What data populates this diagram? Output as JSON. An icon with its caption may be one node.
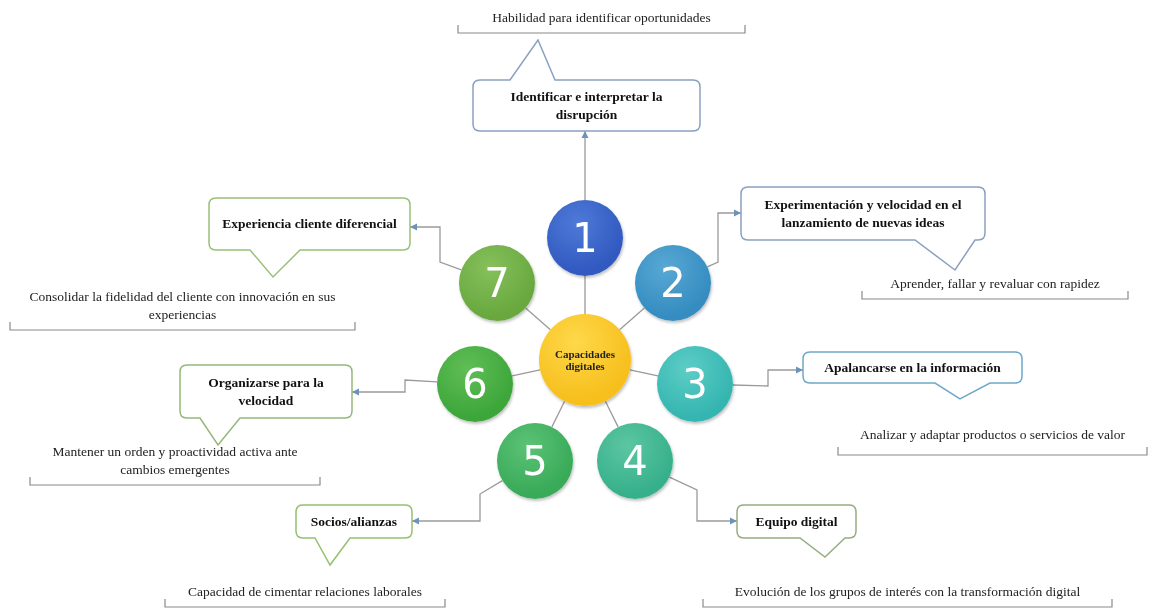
{
  "diagram": {
    "nodes": [
      {
        "text": [
          "Capacidades digitales"
        ]
      },
      {
        "text": [
          "1"
        ]
      },
      {
        "text": [
          "2"
        ]
      },
      {
        "text": [
          "3"
        ]
      },
      {
        "text": [
          "4"
        ]
      },
      {
        "text": [
          "5"
        ]
      },
      {
        "text": [
          "6"
        ]
      },
      {
        "text": [
          "7"
        ]
      },
      {
        "text": [
          "Identificar e interpretar la disrupción"
        ],
        "beside": [
          "Habilidad para identificar oportunidades"
        ]
      },
      {
        "text": [
          "Experimentación y velocidad en el lanzamiento de nuevas ideas"
        ],
        "beside": [
          "Aprender, fallar y revaluar con rapidez"
        ]
      },
      {
        "text": [
          "Apalancarse en la información"
        ],
        "beside": [
          "Analizar y adaptar productos o servicios de valor"
        ]
      },
      {
        "text": [
          "Equipo digital"
        ],
        "beside": [
          "Evolución de los grupos de interés con la transformación digital"
        ]
      },
      {
        "text": [
          "Socios/alianzas"
        ],
        "beside": [
          "Capacidad de cimentar relaciones laborales"
        ]
      },
      {
        "text": [
          "Organizarse para la velocidad"
        ],
        "beside": [
          "Mantener un orden y proactividad activa ante cambios emergentes"
        ]
      },
      {
        "text": [
          "Experiencia cliente diferencial"
        ],
        "beside": [
          "Consolidar la fidelidad del cliente con innovación en sus experiencias"
        ]
      }
    ],
    "edges": [
      {
        "from": 0,
        "to": 1,
        "arrow": "none"
      },
      {
        "from": 0,
        "to": 2,
        "arrow": "none"
      },
      {
        "from": 0,
        "to": 3,
        "arrow": "none"
      },
      {
        "from": 0,
        "to": 4,
        "arrow": "none"
      },
      {
        "from": 0,
        "to": 5,
        "arrow": "none"
      },
      {
        "from": 0,
        "to": 6,
        "arrow": "none"
      },
      {
        "from": 0,
        "to": 7,
        "arrow": "none"
      },
      {
        "from": 1,
        "to": 8,
        "arrow": "to"
      },
      {
        "from": 2,
        "to": 9,
        "arrow": "to"
      },
      {
        "from": 3,
        "to": 10,
        "arrow": "to"
      },
      {
        "from": 4,
        "to": 11,
        "arrow": "to"
      },
      {
        "from": 5,
        "to": 12,
        "arrow": "to"
      },
      {
        "from": 6,
        "to": 13,
        "arrow": "to"
      },
      {
        "from": 7,
        "to": 14,
        "arrow": "to"
      }
    ]
  }
}
